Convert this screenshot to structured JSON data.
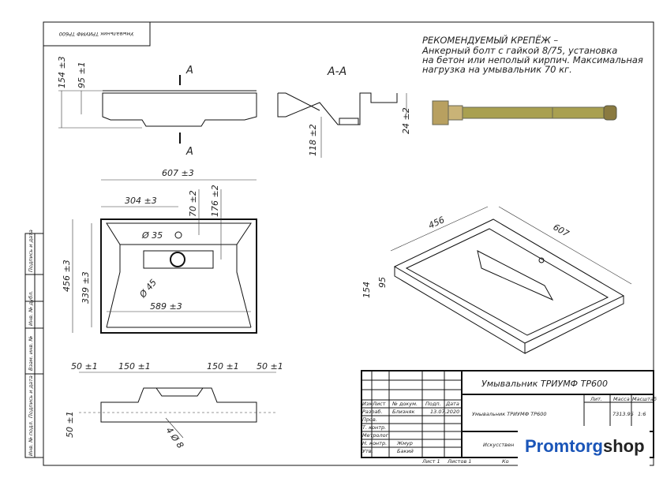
{
  "stamp": {
    "inverted_title": "Умывальник ТРИУМФ TP600"
  },
  "note": {
    "lines": [
      "РЕКОМЕНДУЕМЫЙ КРЕПЁЖ –",
      "Анкерный болт с гайкой 8/75, установка",
      "на бетон или неполый кирпич. Максимальная",
      "нагрузка на умывальник 70 кг."
    ]
  },
  "side_view": {
    "section_mark": "A",
    "dims": {
      "height": "154 ±3",
      "inner": "95 ±1"
    }
  },
  "section": {
    "title": "А-А",
    "dims": {
      "depth": "118 ±2",
      "rim": "24 ±2"
    }
  },
  "top_view": {
    "dims": {
      "width": "607 ±3",
      "half": "304 ±3",
      "hole_offset": "70 ±2",
      "drain_offset": "176 ±2",
      "depth": "456 ±3",
      "inner_depth": "339 ±3",
      "hole_dia": "Ø 35",
      "drain_dia": "Ø 45",
      "inner_width": "589 ±3"
    }
  },
  "iso_view": {
    "dims": {
      "depth": "456",
      "width": "607",
      "height": "154",
      "inner": "95"
    }
  },
  "front_view": {
    "dims": {
      "left_edge": "50 ±1",
      "left_spacing": "150 ±1",
      "right_spacing": "150 ±1",
      "right_edge": "50 ±1",
      "vertical": "50 ±1",
      "holes": "4 Ø 8"
    }
  },
  "side_strip": [
    "Инв. № подл.",
    "Подпись и дата",
    "Взам. инв. №",
    "Инв. № дубл.",
    "Подпись и дата"
  ],
  "title_block": {
    "title": "Умывальник ТРИУМФ TP600",
    "headers": [
      "Изм",
      "Лист",
      "№ докум.",
      "Подп.",
      "Дата"
    ],
    "rows": [
      [
        "Разраб.",
        "Близняк",
        "13.07.2020"
      ],
      [
        "Пров.",
        ""
      ],
      [
        "Т. контр.",
        ""
      ],
      [
        "Метролог",
        ""
      ],
      [
        "Н. контр.",
        "Жмур"
      ],
      [
        "Утв.",
        "Бакий"
      ]
    ],
    "name": "Умывальник ТРИУМФ TP600",
    "lit_label": "Лит.",
    "mass_label": "Масса",
    "scale_label": "Масштаб",
    "mass": "7313.95",
    "scale": "1:6",
    "material": "Искусствен",
    "sheet": "Лист 1",
    "sheets": "Листов 1",
    "copy": "Ко"
  },
  "logo": {
    "part1": "Promtorg",
    "part2": "shop"
  }
}
